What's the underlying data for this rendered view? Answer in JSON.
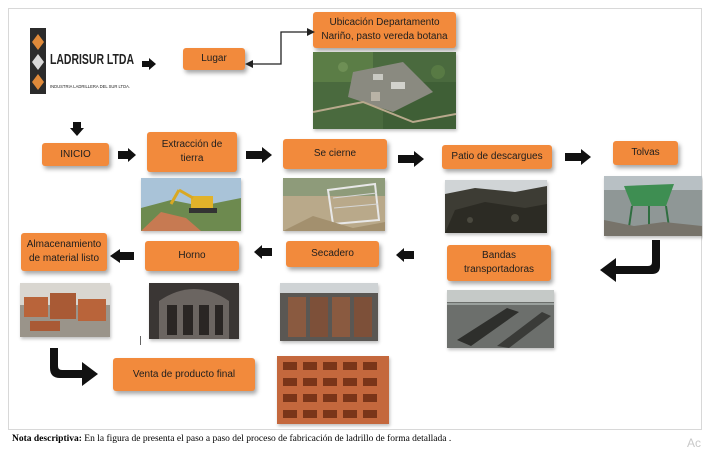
{
  "logo": {
    "name": "LADRISUR LTDA",
    "tagline": "INDUSTRIA LADRILLERA DEL SUR LTDA."
  },
  "boxes": {
    "lugar": "Lugar",
    "ubicacion": "Ubicación Departamento Nariño, pasto vereda botana",
    "inicio": "INICIO",
    "extraccion": "Extracción de tierra",
    "se_cierne": "Se cierne",
    "patio": "Patio de descargues",
    "tolvas": "Tolvas",
    "bandas": "Bandas transportadoras",
    "secadero": "Secadero",
    "horno": "Horno",
    "almacenamiento": "Almacenamiento de material listo",
    "venta": "Venta de producto final"
  },
  "note": {
    "label": "Nota descriptiva:",
    "text": " En la figura de presenta el paso a paso del proceso de fabricación de ladrillo de forma detallada ."
  },
  "watermark": "Ac",
  "colors": {
    "box": "#f28a3c",
    "arrow": "#111111"
  }
}
